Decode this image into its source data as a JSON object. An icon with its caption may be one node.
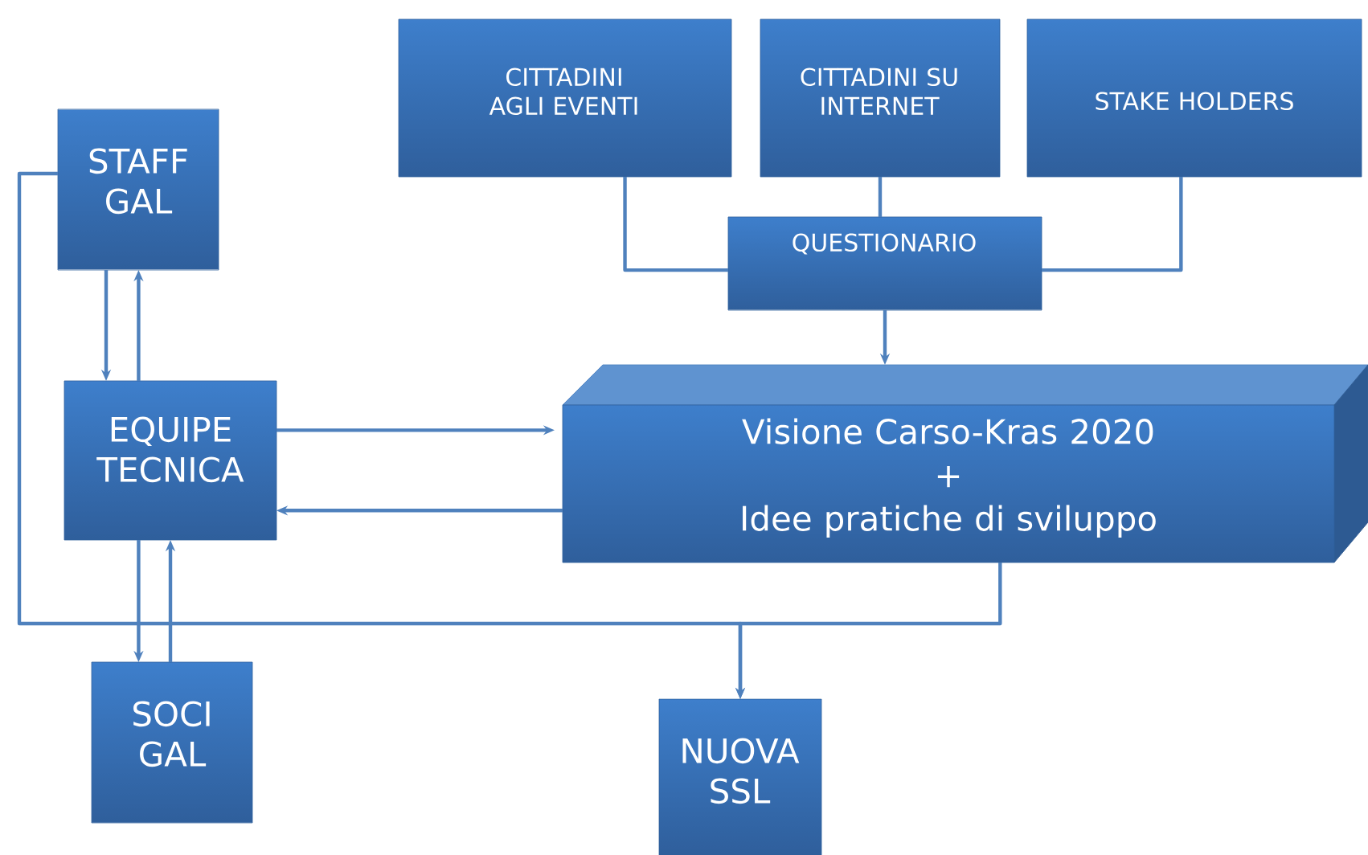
{
  "diagram": {
    "nodes": [
      {
        "text": [
          "CITTADINI AGLI EVENTI"
        ]
      },
      {
        "text": [
          "CITTADINI SU INTERNET"
        ]
      },
      {
        "text": [
          "STAKE HOLDERS"
        ]
      },
      {
        "text": [
          "STAFF GAL"
        ]
      },
      {
        "text": [
          "QUESTIONARIO"
        ]
      },
      {
        "text": [
          "EQUIPE TECNICA"
        ]
      },
      {
        "text": [
          "Visione Carso-Kras 2020",
          "+",
          "Idee pratiche di sviluppo"
        ]
      },
      {
        "text": [
          "SOCI GAL"
        ]
      },
      {
        "text": [
          "NUOVA SSL"
        ]
      }
    ],
    "edges": [
      {
        "from": 0,
        "to": 4,
        "arrow": "none"
      },
      {
        "from": 1,
        "to": 4,
        "arrow": "none"
      },
      {
        "from": 2,
        "to": 4,
        "arrow": "none"
      },
      {
        "from": 4,
        "to": 6,
        "arrow": "to"
      },
      {
        "from": 3,
        "to": 5,
        "arrow": "to"
      },
      {
        "from": 5,
        "to": 3,
        "arrow": "to"
      },
      {
        "from": 5,
        "to": 6,
        "arrow": "to"
      },
      {
        "from": 6,
        "to": 5,
        "arrow": "to"
      },
      {
        "from": 5,
        "to": 7,
        "arrow": "to"
      },
      {
        "from": 7,
        "to": 5,
        "arrow": "to"
      },
      {
        "from": 3,
        "to": 8,
        "arrow": "to"
      },
      {
        "from": 6,
        "to": 8,
        "arrow": "to"
      }
    ]
  }
}
